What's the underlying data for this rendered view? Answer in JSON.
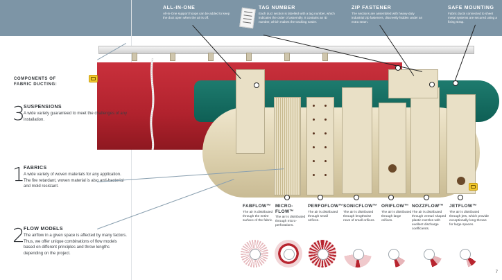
{
  "header": {
    "all_in_one": {
      "title": "ALL-IN-ONE",
      "text": "All-in-One support hoops can be added to keep the duct open when the air is off."
    },
    "tag_number": {
      "title": "TAG NUMBER",
      "text": "Each duct section is labelled with a tag number, which indicates the order of assembly. It contains an ID number, which makes the tracking easier."
    },
    "zip_fastener": {
      "title": "ZIP FASTENER",
      "text": "The sections are assembled with heavy-duty industrial zip fasteners, discreetly hidden under an extra seam."
    },
    "safe_mounting": {
      "title": "SAFE MOUNTING",
      "text": "Fabric ducts connected to sheet metal systems are secured using a fixing strap."
    }
  },
  "left": {
    "section_title_1": "COMPONENTS OF",
    "section_title_2": "FABRIC DUCTING:",
    "components": [
      {
        "num": "3",
        "title": "SUSPENSIONS",
        "text": "A wide variety guaranteed to meet the challenges of any installation."
      },
      {
        "num": "1",
        "title": "FABRICS",
        "text": "A wide variety of woven materials for any application. The fire retardant, woven material is also anti-bacterial and mold resistant."
      },
      {
        "num": "2",
        "title": "FLOW MODELS",
        "text": "The airflow in a given space is affected by many factors. Thus, we offer unique combinations of flow models based on different principles and throw lengths depending on the project."
      }
    ]
  },
  "products": [
    {
      "title": "FABFLOW™",
      "text": "The air is distributed through the entire surface of the fabric."
    },
    {
      "title": "MICRO-\nFLOW™",
      "text": "The air is distributed through micro-perforations."
    },
    {
      "title": "PERFOFLOW™",
      "text": "The air is distributed through small orifices."
    },
    {
      "title": "SONICFLOW™",
      "text": "The air is distributed through lengthwise rows of small orifices."
    },
    {
      "title": "ORIFLOW™",
      "text": "The air is distributed through large orifices."
    },
    {
      "title": "NOZZFLOW™",
      "text": "The air is distributed through venturi shaped plastic nozzles with exellent discharge coefficients."
    },
    {
      "title": "JETFLOW™",
      "text": "The air is distributed through jets, which provide exceptionally long throws for large spaces."
    }
  ],
  "colors": {
    "topbar": "#7d95a6",
    "duct_red": "#b8252f",
    "duct_green": "#136a5f",
    "duct_beige": "#e3d8b9",
    "badge": "#f2c82e"
  },
  "icons": [
    "tag-card-icon",
    "info-badge-icon",
    "airflow-pattern-icon"
  ],
  "page_number": "7"
}
